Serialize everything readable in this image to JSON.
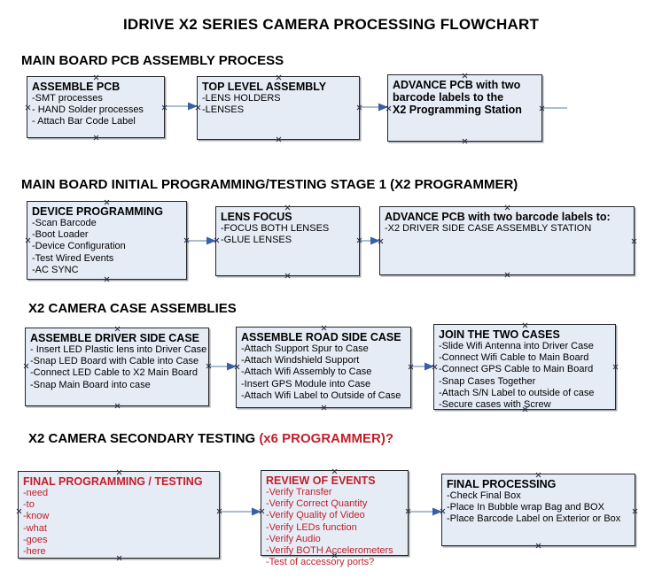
{
  "document": {
    "title": "IDRIVE X2  SERIES CAMERA PROCESSING FLOWCHART"
  },
  "sections": [
    {
      "id": "s1",
      "label": "MAIN BOARD PCB ASSEMBLY PROCESS",
      "accent": ""
    },
    {
      "id": "s2",
      "label": "MAIN BOARD INITIAL PROGRAMMING/TESTING STAGE 1 (X2 PROGRAMMER)",
      "accent": ""
    },
    {
      "id": "s3",
      "label": "X2 CAMERA CASE ASSEMBLIES",
      "accent": ""
    },
    {
      "id": "s4",
      "label": "X2 CAMERA SECONDARY TESTING ",
      "accent": "(x6 PROGRAMMER)?"
    }
  ],
  "nodes": {
    "assemble_pcb": {
      "header": "ASSEMBLE PCB",
      "lines": [
        "-SMT processes",
        "- HAND Solder processes",
        "- Attach Bar Code Label"
      ]
    },
    "top_level_assembly": {
      "header": "TOP LEVEL ASSEMBLY",
      "lines": [
        "-LENS HOLDERS",
        "-LENSES"
      ]
    },
    "advance_pcb_station": {
      "header": "ADVANCE PCB with two",
      "lines": [
        "barcode labels to the",
        " X2 Programming Station"
      ]
    },
    "device_programming": {
      "header": "DEVICE PROGRAMMING",
      "lines": [
        "-Scan Barcode",
        "-Boot Loader",
        "-Device Configuration",
        "-Test Wired Events",
        "-AC SYNC"
      ]
    },
    "lens_focus": {
      "header": "LENS FOCUS",
      "lines": [
        "-FOCUS BOTH LENSES",
        "-GLUE LENSES"
      ]
    },
    "advance_pcb_labels": {
      "header": "ADVANCE PCB with two barcode labels to:",
      "lines": [
        "-X2 DRIVER  SIDE  CASE  ASSEMBLY STATION"
      ]
    },
    "assemble_driver_side_case": {
      "header": "ASSEMBLE DRIVER SIDE CASE",
      "lines": [
        "- Insert LED Plastic lens into Driver Case",
        "-Snap LED Board with Cable into Case",
        "-Connect LED Cable to X2 Main Board",
        "-Snap Main Board into case"
      ]
    },
    "assemble_road_side_case": {
      "header": "ASSEMBLE ROAD SIDE CASE",
      "lines": [
        "-Attach Support Spur to Case",
        "-Attach Windshield Support",
        "-Attach Wifi Assembly to Case",
        "-Insert GPS Module into Case",
        "-Attach Wifi Label to Outside of Case"
      ]
    },
    "join_the_two_cases": {
      "header": "JOIN THE TWO CASES",
      "lines": [
        "-Slide Wifi Antenna into Driver Case",
        "-Connect Wifi Cable to Main Board",
        "-Connect GPS Cable to Main Board",
        "-Snap Cases Together",
        "-Attach S/N Label to outside of case",
        "-Secure cases with Screw"
      ]
    },
    "final_programming_testing": {
      "header": "FINAL PROGRAMMING / TESTING",
      "lines": [
        "-need",
        "-to",
        "-know",
        "-what",
        "-goes",
        "-here"
      ]
    },
    "review_of_events": {
      "header": "REVIEW OF EVENTS",
      "lines": [
        "-Verify Transfer",
        "-Verify Correct Quantity",
        "-Verify Quality of Video",
        "-Verify LEDs function",
        "-Verify Audio",
        "-Verify BOTH Accelerometers",
        "-Test of accessory ports?"
      ]
    },
    "final_processing": {
      "header": "FINAL PROCESSING",
      "lines": [
        "-Check Final Box",
        "-Place In Bubble wrap Bag and BOX",
        "-Place Barcode Label on Exterior or Box"
      ]
    }
  },
  "colors": {
    "node_fill": "#e6ecf6",
    "node_border": "#262626",
    "connector_line": "#8ea9c4",
    "connector_arrow": "#3a5fa8",
    "accent_red": "#c0202a",
    "text": "#000000"
  }
}
